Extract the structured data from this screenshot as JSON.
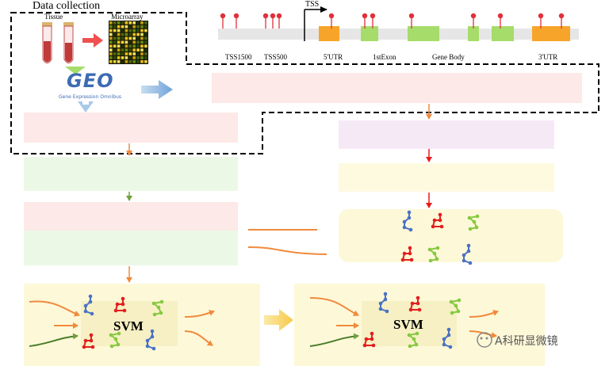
{
  "data_collection": {
    "title": "Data collection",
    "tissue_label": "Tissue",
    "microarray_label": "Microarray",
    "geo_logo": "GEO",
    "geo_subtitle": "Gene Expression Omnibus"
  },
  "gene_track": {
    "tss_label": "TSS",
    "regions": [
      "TSS1500",
      "TSS500",
      "5'UTR",
      "1stExon",
      "Gene Body",
      "3'UTR"
    ]
  },
  "model_panels": {
    "left": {
      "label": "SVM"
    },
    "right": {
      "label": "SVM"
    }
  },
  "watermark": {
    "text": "A科研显微镜"
  },
  "colors": {
    "pink_box": "#fde9e7",
    "green_box": "#ecf8e6",
    "lavender_box": "#f6e9f6",
    "yellow_box": "#fefae0",
    "panel_yellow": "#fdf8d8",
    "orange_arrow": "#f08a3c",
    "red_arrow": "#e81b1b",
    "green_arrow": "#70a03f",
    "utr_orange": "#f7a52a",
    "exon_green": "#a6dc6a",
    "blue_molecule": "#4a72c4",
    "red_molecule": "#e31e1e",
    "green_molecule": "#86c840",
    "lollipop_red": "#e0303a"
  }
}
